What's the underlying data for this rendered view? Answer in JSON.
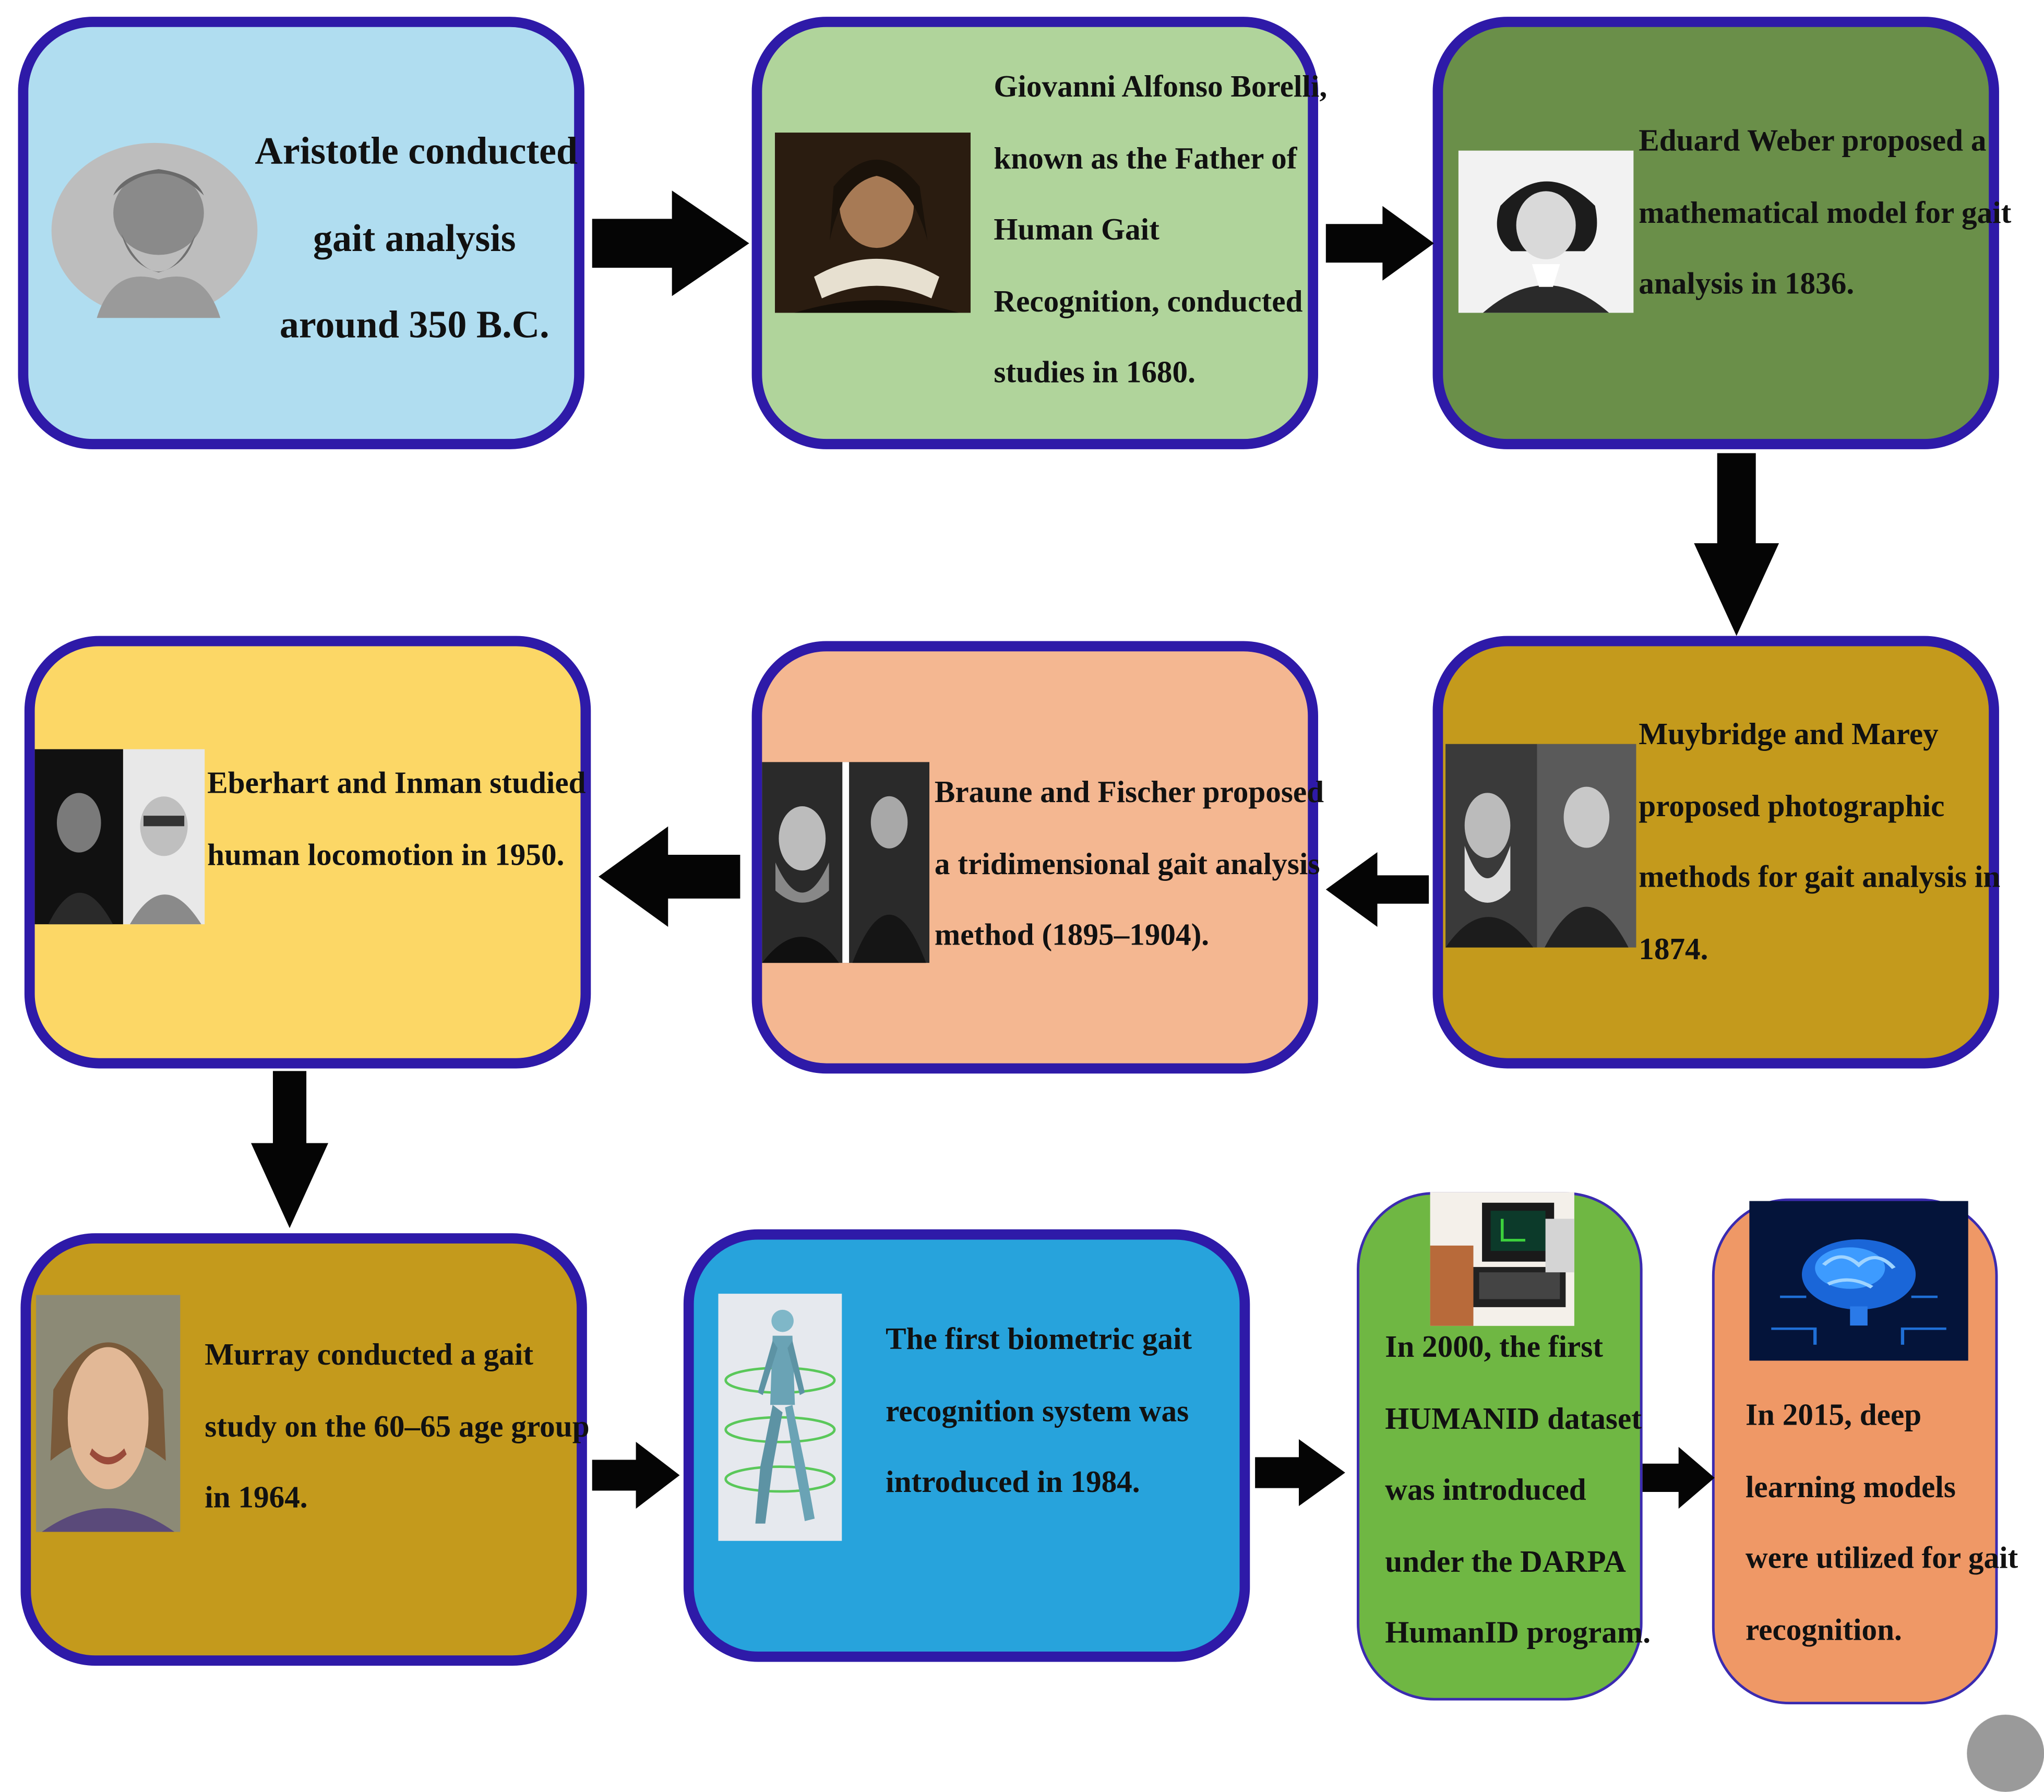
{
  "colors": {
    "border": "#2e1aa8",
    "arrow": "#050505"
  },
  "boxes": [
    {
      "id": "aristotle",
      "color": "#b0ddf0",
      "portrait": "aristotle-bust",
      "lines": [
        "Aristotle conducted",
        "gait analysis",
        "around 350 B.C."
      ]
    },
    {
      "id": "borelli",
      "color": "#b0d49b",
      "portrait": "borelli-portrait",
      "lines": [
        "Giovanni Alfonso Borelli,",
        "known as the Father of",
        "Human Gait",
        "Recognition, conducted",
        "studies in 1680."
      ]
    },
    {
      "id": "weber",
      "color": "#6a8f49",
      "portrait": "weber-portrait",
      "lines": [
        "Eduard Weber proposed a",
        "mathematical model for gait",
        "analysis in 1836."
      ]
    },
    {
      "id": "muybridge-marey",
      "color": "#c49a1c",
      "portrait": "muybridge-marey-portraits",
      "lines": [
        "Muybridge and Marey",
        "proposed photographic",
        "methods for gait analysis in",
        "1874."
      ]
    },
    {
      "id": "braune-fischer",
      "color": "#f4b791",
      "portrait": "braune-fischer-portraits",
      "lines": [
        "Braune and Fischer proposed",
        "a tridimensional gait analysis",
        "method (1895–1904)."
      ]
    },
    {
      "id": "eberhart-inman",
      "color": "#fcd766",
      "portrait": "eberhart-inman-portraits",
      "lines": [
        "Eberhart and Inman studied",
        "human locomotion in 1950."
      ]
    },
    {
      "id": "murray",
      "color": "#c49a1c",
      "portrait": "murray-portrait",
      "lines": [
        "Murray conducted a gait",
        "study on the 60–65 age group",
        "in 1964."
      ]
    },
    {
      "id": "biometric",
      "color": "#27a3dc",
      "portrait": "walking-figure",
      "lines": [
        "The first biometric gait",
        "recognition system was",
        "introduced in 1984."
      ]
    },
    {
      "id": "humanid",
      "color": "#6fb743",
      "portrait": "computer-lab",
      "lines": [
        "In 2000, the first",
        "HUMANID dataset",
        "was introduced",
        "under the DARPA",
        "HumanID program."
      ]
    },
    {
      "id": "deep-learning",
      "color": "#ef9866",
      "portrait": "brain-circuit",
      "lines": [
        "In 2015, deep",
        "learning models",
        "were utilized for gait",
        "recognition."
      ]
    }
  ]
}
